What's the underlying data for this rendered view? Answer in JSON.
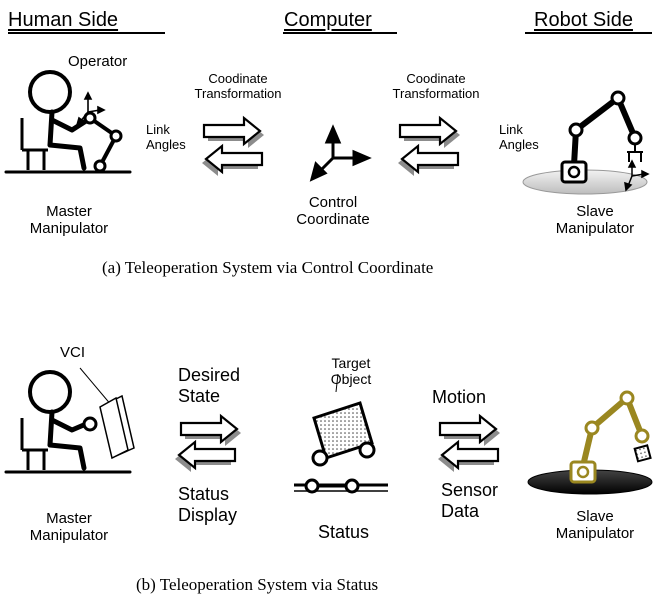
{
  "panel_a": {
    "headers": {
      "human": "Human Side",
      "computer": "Computer",
      "robot": "Robot Side"
    },
    "operator": "Operator",
    "transform_left": [
      "Coodinate",
      "Transformation"
    ],
    "transform_right": [
      "Coodinate",
      "Transformation"
    ],
    "link_angles_left": [
      "Link",
      "Angles"
    ],
    "link_angles_right": [
      "Link",
      "Angles"
    ],
    "control_coordinate": [
      "Control",
      "Coordinate"
    ],
    "master": [
      "Master",
      "Manipulator"
    ],
    "slave": [
      "Slave",
      "Manipulator"
    ],
    "caption": "(a)  Teleoperation System via Control Coordinate"
  },
  "panel_b": {
    "vci": "VCI",
    "desired_state": [
      "Desired",
      "State"
    ],
    "status_display": [
      "Status",
      "Display"
    ],
    "target_object": [
      "Target",
      "Object"
    ],
    "status": "Status",
    "motion": "Motion",
    "sensor_data": [
      "Sensor",
      "Data"
    ],
    "master": [
      "Master",
      "Manipulator"
    ],
    "slave": [
      "Slave",
      "Manipulator"
    ],
    "caption": "(b)  Teleoperation System via Status"
  },
  "colors": {
    "ink": "#000000",
    "shadow": "#8c8c8c",
    "olive": "#9a8720",
    "ground": "#d9d9d9"
  }
}
